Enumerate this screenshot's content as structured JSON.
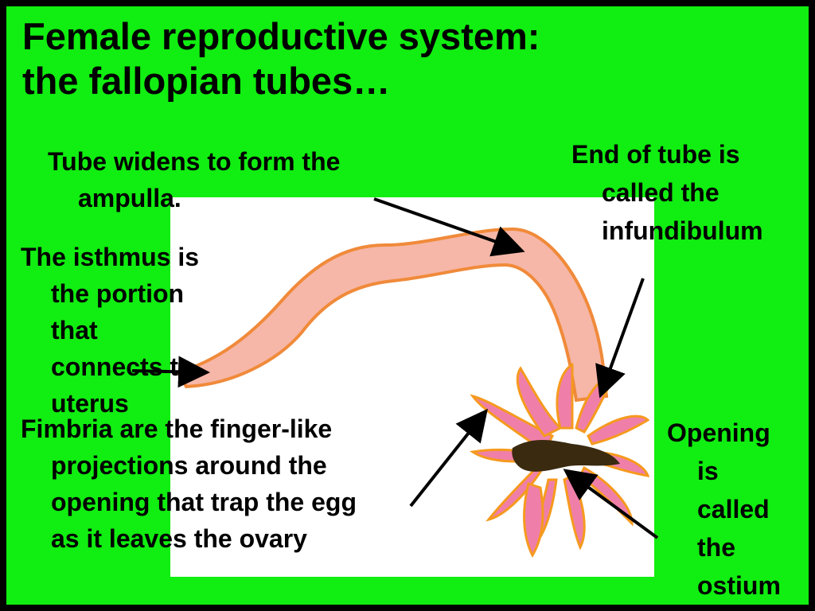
{
  "title": {
    "line1": "Female reproductive system:",
    "line2": "the fallopian tubes…"
  },
  "labels": {
    "ampulla": [
      "Tube widens to form the",
      "ampulla."
    ],
    "infundibulum": [
      "End of tube is",
      "called the",
      "infundibulum"
    ],
    "isthmus": [
      "The isthmus is",
      "the portion",
      "that",
      "connects to",
      "uterus"
    ],
    "fimbria": [
      "Fimbria are the finger-like",
      "projections around the",
      "opening that trap the egg",
      "as it leaves the ovary"
    ],
    "ostium": [
      "Opening",
      "is",
      "called",
      "the",
      "ostium"
    ]
  },
  "colors": {
    "background": "#11ee11",
    "border": "#000000",
    "tube": "#f6b7a8",
    "tube_edge": "#f08a3a",
    "fimbria": "#ef7fa9",
    "fimbria_edge": "#f59a1e",
    "ostium": "#3a2a10"
  }
}
